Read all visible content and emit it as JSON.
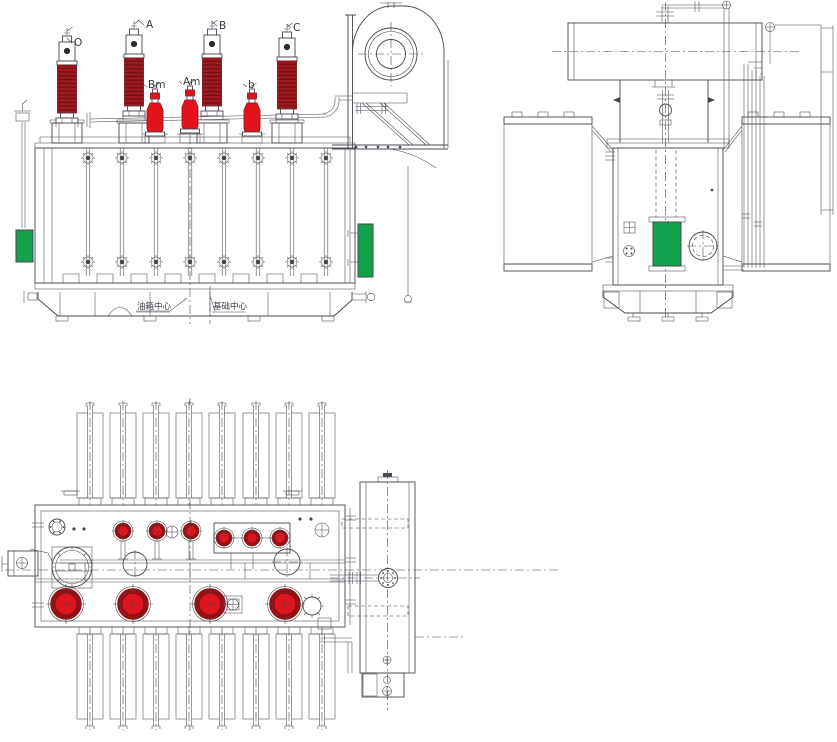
{
  "drawing": {
    "background": "#ffffff",
    "colors": {
      "line_color": "#474750",
      "hv_bushing_red": "#9e1a1f",
      "hv_bushing_stripe": "#6e1013",
      "lv_bushing_red": "#e2131d",
      "plan_ring_red": "#8f1317",
      "plan_fill_red": "#e2131d",
      "accessory_green": "#13a14b"
    },
    "labels": {
      "hv_bushings": [
        "O",
        "A",
        "B",
        "C"
      ],
      "lv_bushings": [
        "Bm",
        "Am",
        "b"
      ],
      "tank_centerline": "油箱中心",
      "foundation_centerline": "基础中心"
    }
  }
}
